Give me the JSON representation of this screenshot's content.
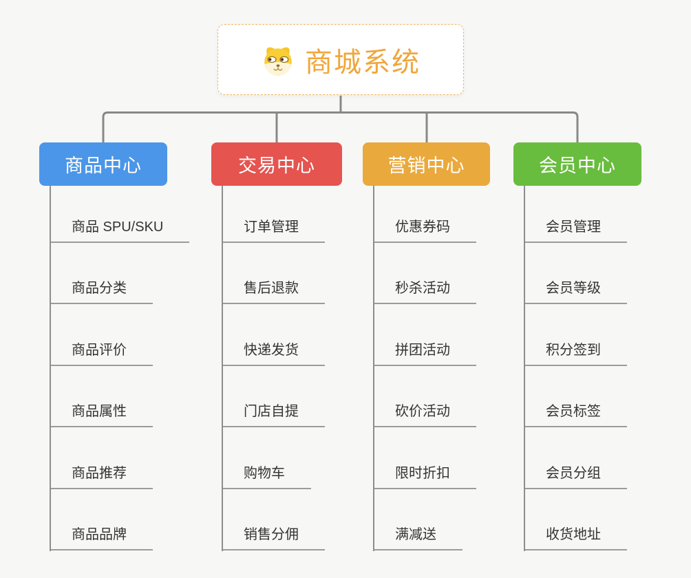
{
  "canvas": {
    "background": "#F7F7F6",
    "connector_color": "#888888",
    "leaf_line_color": "#9B9B9B",
    "leaf_text_color": "#333333"
  },
  "root": {
    "title": "商城系统",
    "icon": "dog-icon",
    "title_color": "#F0A63C",
    "border_color": "#EFB763"
  },
  "branches": [
    {
      "label": "商品中心",
      "color": "#4B96E8",
      "items": [
        "商品 SPU/SKU",
        "商品分类",
        "商品评价",
        "商品属性",
        "商品推荐",
        "商品品牌"
      ]
    },
    {
      "label": "交易中心",
      "color": "#E5544F",
      "items": [
        "订单管理",
        "售后退款",
        "快递发货",
        "门店自提",
        "购物车",
        "销售分佣"
      ]
    },
    {
      "label": "营销中心",
      "color": "#EAA93C",
      "items": [
        "优惠券码",
        "秒杀活动",
        "拼团活动",
        "砍价活动",
        "限时折扣",
        "满减送"
      ]
    },
    {
      "label": "会员中心",
      "color": "#69BD3E",
      "items": [
        "会员管理",
        "会员等级",
        "积分签到",
        "会员标签",
        "会员分组",
        "收货地址"
      ]
    }
  ]
}
